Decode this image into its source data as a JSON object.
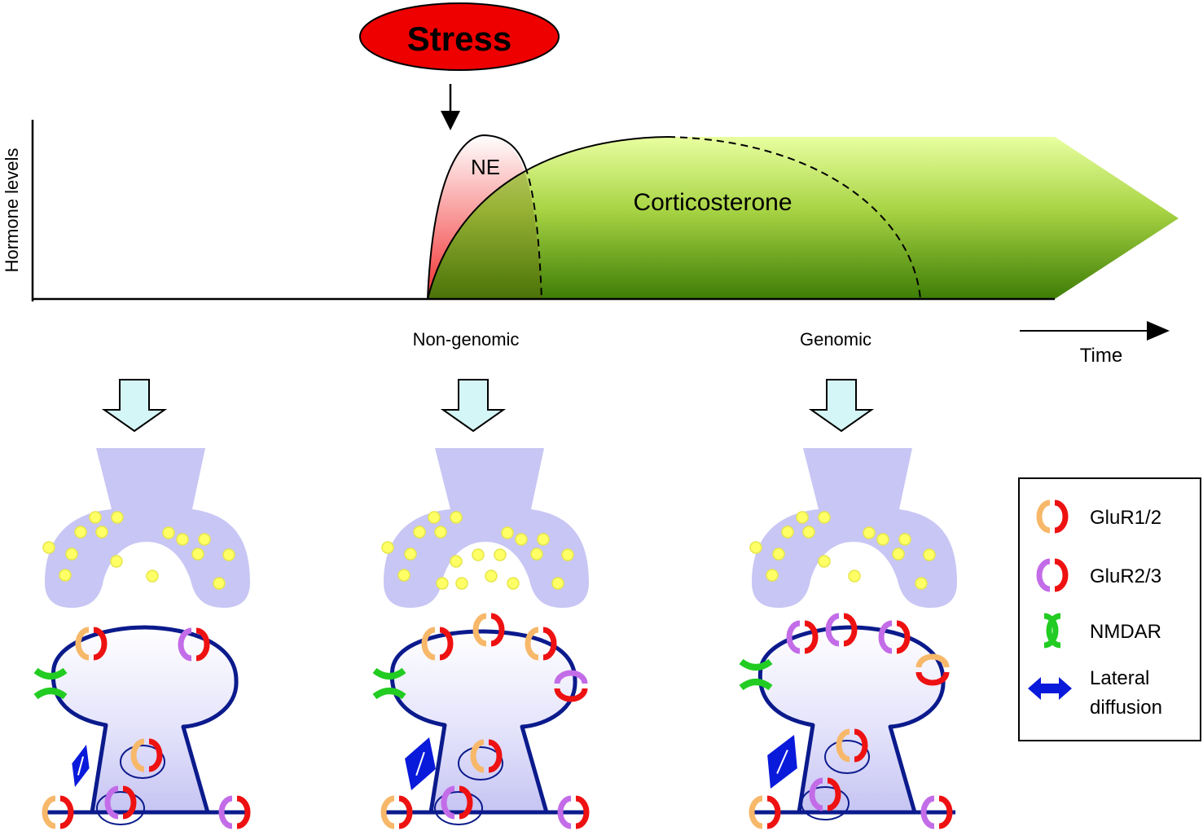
{
  "stress_label": "Stress",
  "y_axis_label": "Hormone levels",
  "ne_label": "NE",
  "cort_label": "Corticosterone",
  "phase_labels": {
    "non_genomic": "Non-genomic",
    "genomic": "Genomic"
  },
  "time_label": "Time",
  "legend": {
    "items": [
      {
        "label": "GluR1/2",
        "left_color": "#f7b86a",
        "right_color": "#ee1111"
      },
      {
        "label": "GluR2/3",
        "left_color": "#c36ce8",
        "right_color": "#ee1111"
      },
      {
        "label": "NMDAR",
        "left_color": "#22cc22",
        "right_color": "#22cc22"
      }
    ],
    "diffusion_line1": "Lateral",
    "diffusion_line2": "diffusion"
  },
  "colors": {
    "stress_fill": "#ee0000",
    "cort_green": "#9fcf3a",
    "cort_dark": "#4a8a0a",
    "presynapse": "#c8c6f4",
    "spine_outline": "#0b1a8c",
    "vesicle": "#ffff66",
    "arrow_fill": "#d4f6f6",
    "diffusion_blue": "#0a1adb"
  }
}
